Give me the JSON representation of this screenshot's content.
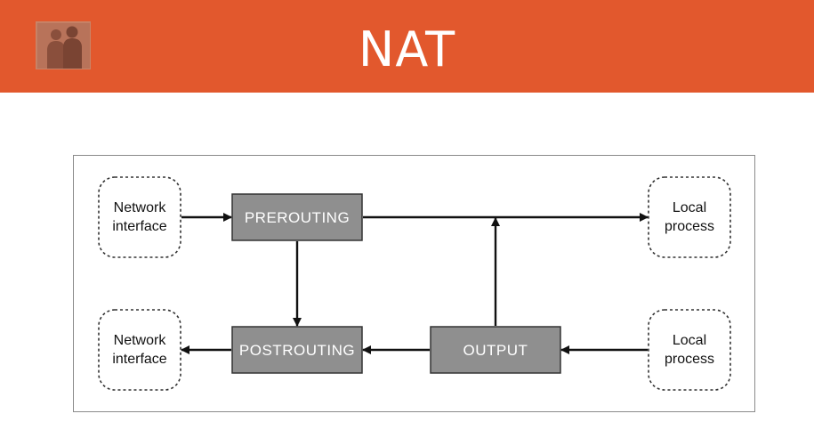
{
  "header": {
    "title": "NAT",
    "accent_color": "#e2582d",
    "logo_icon": "people-silhouette-logo"
  },
  "diagram": {
    "endpoints": {
      "network_interface_top": [
        "Network",
        "interface"
      ],
      "local_process_top": [
        "Local",
        "process"
      ],
      "network_interface_bottom": [
        "Network",
        "interface"
      ],
      "local_process_bottom": [
        "Local",
        "process"
      ]
    },
    "chains": {
      "prerouting": "PREROUTING",
      "postrouting": "POSTROUTING",
      "output": "OUTPUT"
    },
    "colors": {
      "chain_fill": "#8f8f8f",
      "chain_border": "#333333",
      "arrow": "#111111",
      "endpoint_border": "#333333"
    }
  }
}
